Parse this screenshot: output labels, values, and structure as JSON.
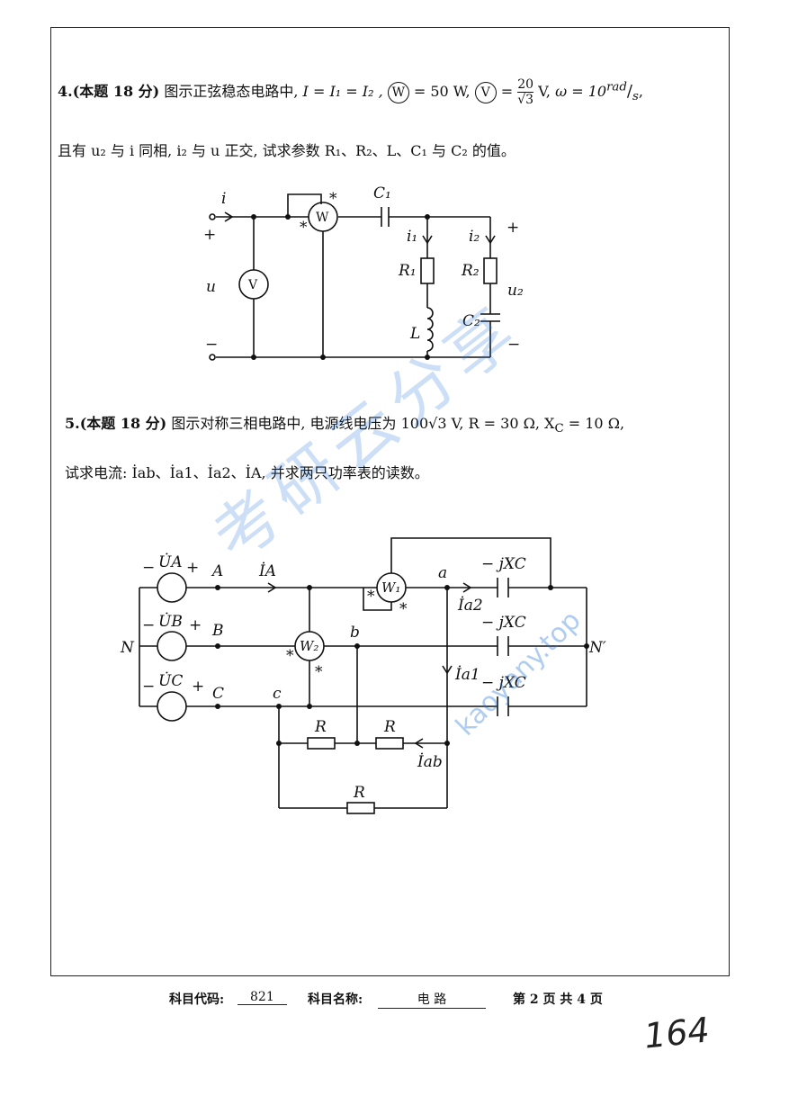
{
  "problem4": {
    "number": "4.",
    "score": "(本题 18 分)",
    "intro": "图示正弦稳态电路中,",
    "cond1": "I = I₁ = I₂ ,",
    "wattmeter_symbol": "W",
    "cond2": "= 50 W,",
    "voltmeter_symbol": "V",
    "cond3_num": "20",
    "cond3_den": "√3",
    "cond3_unit": "V,",
    "cond4": "ω = 10",
    "cond4_unit_num": "rad",
    "cond4_unit_den": "s",
    "line2": "且有 u₂ 与 i 同相, i₂ 与 u 正交, 试求参数 R₁、R₂、L、C₁ 与 C₂ 的值。"
  },
  "problem5": {
    "number": "5.",
    "score": "(本题 18 分)",
    "line1": "图示对称三相电路中, 电源线电压为 100√3  V, R = 30 Ω, X",
    "line1_sub": "C",
    "line1_end": "= 10 Ω,",
    "line2": "试求电流: İab、İa1、İa2、İA, 并求两只功率表的读数。"
  },
  "circuit1": {
    "i": "i",
    "plus_left": "+",
    "minus_left": "−",
    "u": "u",
    "V": "V",
    "W": "W",
    "star": "*",
    "C1": "C₁",
    "i1": "i₁",
    "i2": "i₂",
    "R1": "R₁",
    "R2": "R₂",
    "L": "L",
    "C2": "C₂",
    "u2": "u₂",
    "plus_right": "+",
    "minus_right": "−"
  },
  "circuit2": {
    "UA": "U̇A",
    "UB": "U̇B",
    "UC": "U̇C",
    "plus": "+",
    "minus": "−",
    "A": "A",
    "B": "B",
    "C": "C",
    "N": "N",
    "Np": "N′",
    "IA": "İA",
    "W1": "W₁",
    "W2": "W₂",
    "a": "a",
    "b": "b",
    "c": "c",
    "Ia2": "İa2",
    "Ia1": "İa1",
    "Iab": "İab",
    "jXc": "− jXC",
    "R": "R",
    "star": "*"
  },
  "footer": {
    "code_label": "科目代码:",
    "code_value": "821",
    "name_label": "科目名称:",
    "name_value": "电    路",
    "page_info": "第 2 页 共  4 页"
  },
  "handwritten_number": "164",
  "watermark": {
    "text": "考研云分享",
    "url": "kaoyany.top"
  }
}
